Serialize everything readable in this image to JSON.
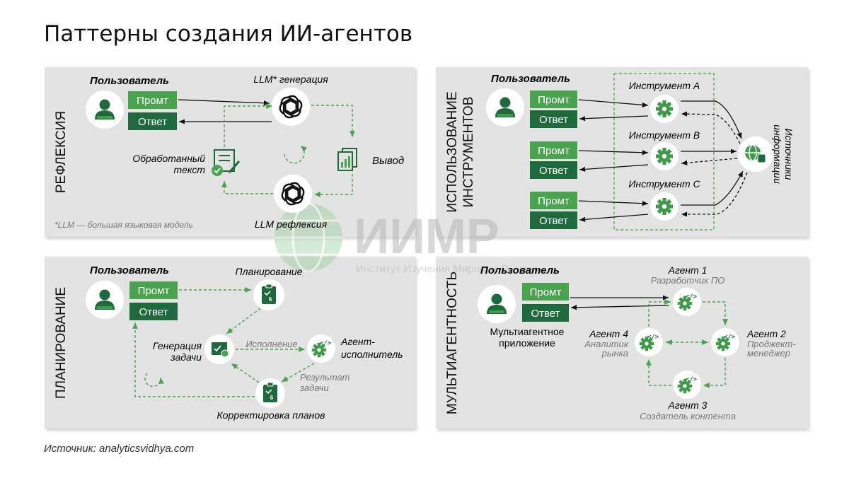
{
  "title": "Паттерны создания ИИ-агентов",
  "source": "Источник: analyticsvidhya.com",
  "watermark": {
    "logo_text": "ИИМР",
    "subtitle": "Институт Изучения Мировых Рынков"
  },
  "colors": {
    "panel": "#e3e3e3",
    "green": "#4aa44f",
    "dark_green": "#1f6a3d",
    "light_green": "#6cb56e",
    "text": "#111111"
  },
  "reflection": {
    "vertical_label": "РЕФЛЕКСИЯ",
    "user_label": "Пользователь",
    "prompt_label": "Промт",
    "answer_label": "Ответ",
    "llm_generation_label": "LLM* генерация",
    "processed_text_label_1": "Обработанный",
    "processed_text_label_2": "текст",
    "output_label": "Вывод",
    "llm_reflection_label": "LLM рефлексия",
    "footnote": "*LLM — большая языковая модель"
  },
  "tools": {
    "vertical_label_1": "ИСПОЛЬЗОВАНИЕ",
    "vertical_label_2": "ИНСТРУМЕНТОВ",
    "user_label": "Пользователь",
    "prompt_label": "Промт",
    "answer_label": "Ответ",
    "tool_a_label": "Инструмент А",
    "tool_b_label": "Инструмент B",
    "tool_c_label": "Инструмент C",
    "sources_label_1": "Источники",
    "sources_label_2": "информации"
  },
  "planning": {
    "vertical_label": "ПЛАНИРОВАНИЕ",
    "user_label": "Пользователь",
    "prompt_label": "Промт",
    "answer_label": "Ответ",
    "planning_label": "Планирование",
    "task_generation_label_1": "Генерация",
    "task_generation_label_2": "задачи",
    "execution_label": "Исполнение",
    "executor_label_1": "Агент-",
    "executor_label_2": "исполнитель",
    "task_result_label_1": "Результат",
    "task_result_label_2": "задачи",
    "plan_correction_label": "Корректировка планов"
  },
  "multiagent": {
    "vertical_label": "МУЛЬТИАГЕНТНОСТЬ",
    "user_label": "Пользователь",
    "prompt_label": "Промт",
    "answer_label": "Ответ",
    "app_label_1": "Мультиагентное",
    "app_label_2": "приложение",
    "agent1_title": "Агент 1",
    "agent1_role": "Разработчик ПО",
    "agent2_title": "Агент 2",
    "agent2_role_1": "Проджект-",
    "agent2_role_2": "менеджер",
    "agent3_title": "Агент 3",
    "agent3_role": "Создатель контента",
    "agent4_title": "Агент 4",
    "agent4_role_1": "Аналитик",
    "agent4_role_2": "рынка"
  }
}
